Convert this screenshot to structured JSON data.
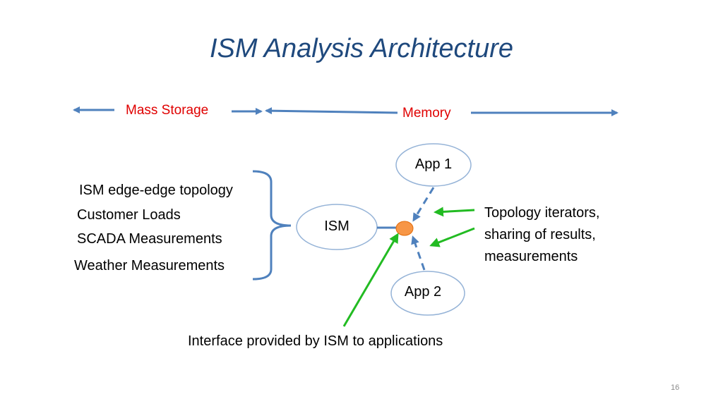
{
  "title": "ISM Analysis Architecture",
  "storage_labels": {
    "mass_storage": "Mass Storage",
    "memory": "Memory"
  },
  "data_sources": [
    "ISM edge-edge topology",
    "Customer Loads",
    "SCADA Measurements",
    "Weather Measurements"
  ],
  "nodes": {
    "ism": "ISM",
    "app1": "App 1",
    "app2": "App 2"
  },
  "annotations": {
    "topology_note_line1": "Topology iterators,",
    "topology_note_line2": "sharing of results,",
    "topology_note_line3": "measurements",
    "interface_note": "Interface provided by ISM to applications"
  },
  "slide_number": "16",
  "colors": {
    "title": "#1F497D",
    "storage_text": "#E00000",
    "arrow_blue": "#4F81BD",
    "pointer_green": "#22BB22",
    "interface_dot": "#F79646"
  }
}
